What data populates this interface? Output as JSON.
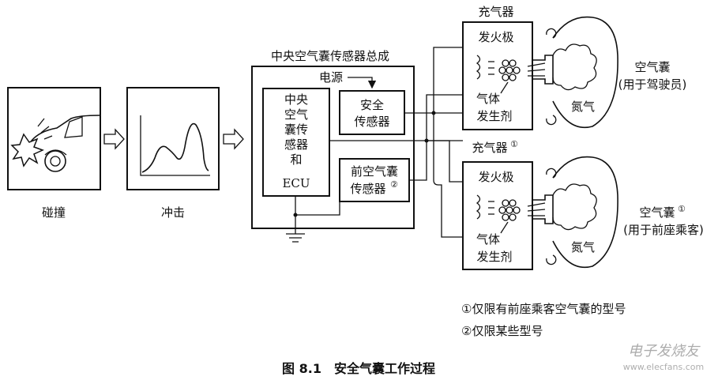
{
  "stages": {
    "collision": "碰撞",
    "impact": "冲击"
  },
  "sensor_assembly": {
    "title": "中央空气囊传感器总成",
    "ecu_lines": [
      "中央",
      "空气",
      "囊传",
      "感器",
      "和",
      "ECU"
    ],
    "power_label": "电源",
    "safety_sensor_lines": [
      "安全",
      "传感器"
    ],
    "front_sensor_line1": "前空气囊",
    "front_sensor_line2": "传感器",
    "front_sensor_mark": "②"
  },
  "inflator_driver": {
    "title": "充气器",
    "igniter": "发火极",
    "gas_gen_line1": "气体",
    "gas_gen_line2": "发生剂",
    "nitrogen": "氮气",
    "bag_label": "空气囊",
    "bag_sub": "(用于驾驶员)"
  },
  "inflator_passenger": {
    "title": "充气器",
    "title_mark": "①",
    "igniter": "发火极",
    "gas_gen_line1": "气体",
    "gas_gen_line2": "发生剂",
    "nitrogen": "氮气",
    "bag_label": "空气囊",
    "bag_mark": "①",
    "bag_sub": "(用于前座乘客)"
  },
  "notes": [
    "①仅限有前座乘客空气囊的型号",
    "②仅限某些型号"
  ],
  "caption": "图 8.1　安全气囊工作过程",
  "watermark": "电子发烧友",
  "watermark_url": "www.elecfans.com"
}
